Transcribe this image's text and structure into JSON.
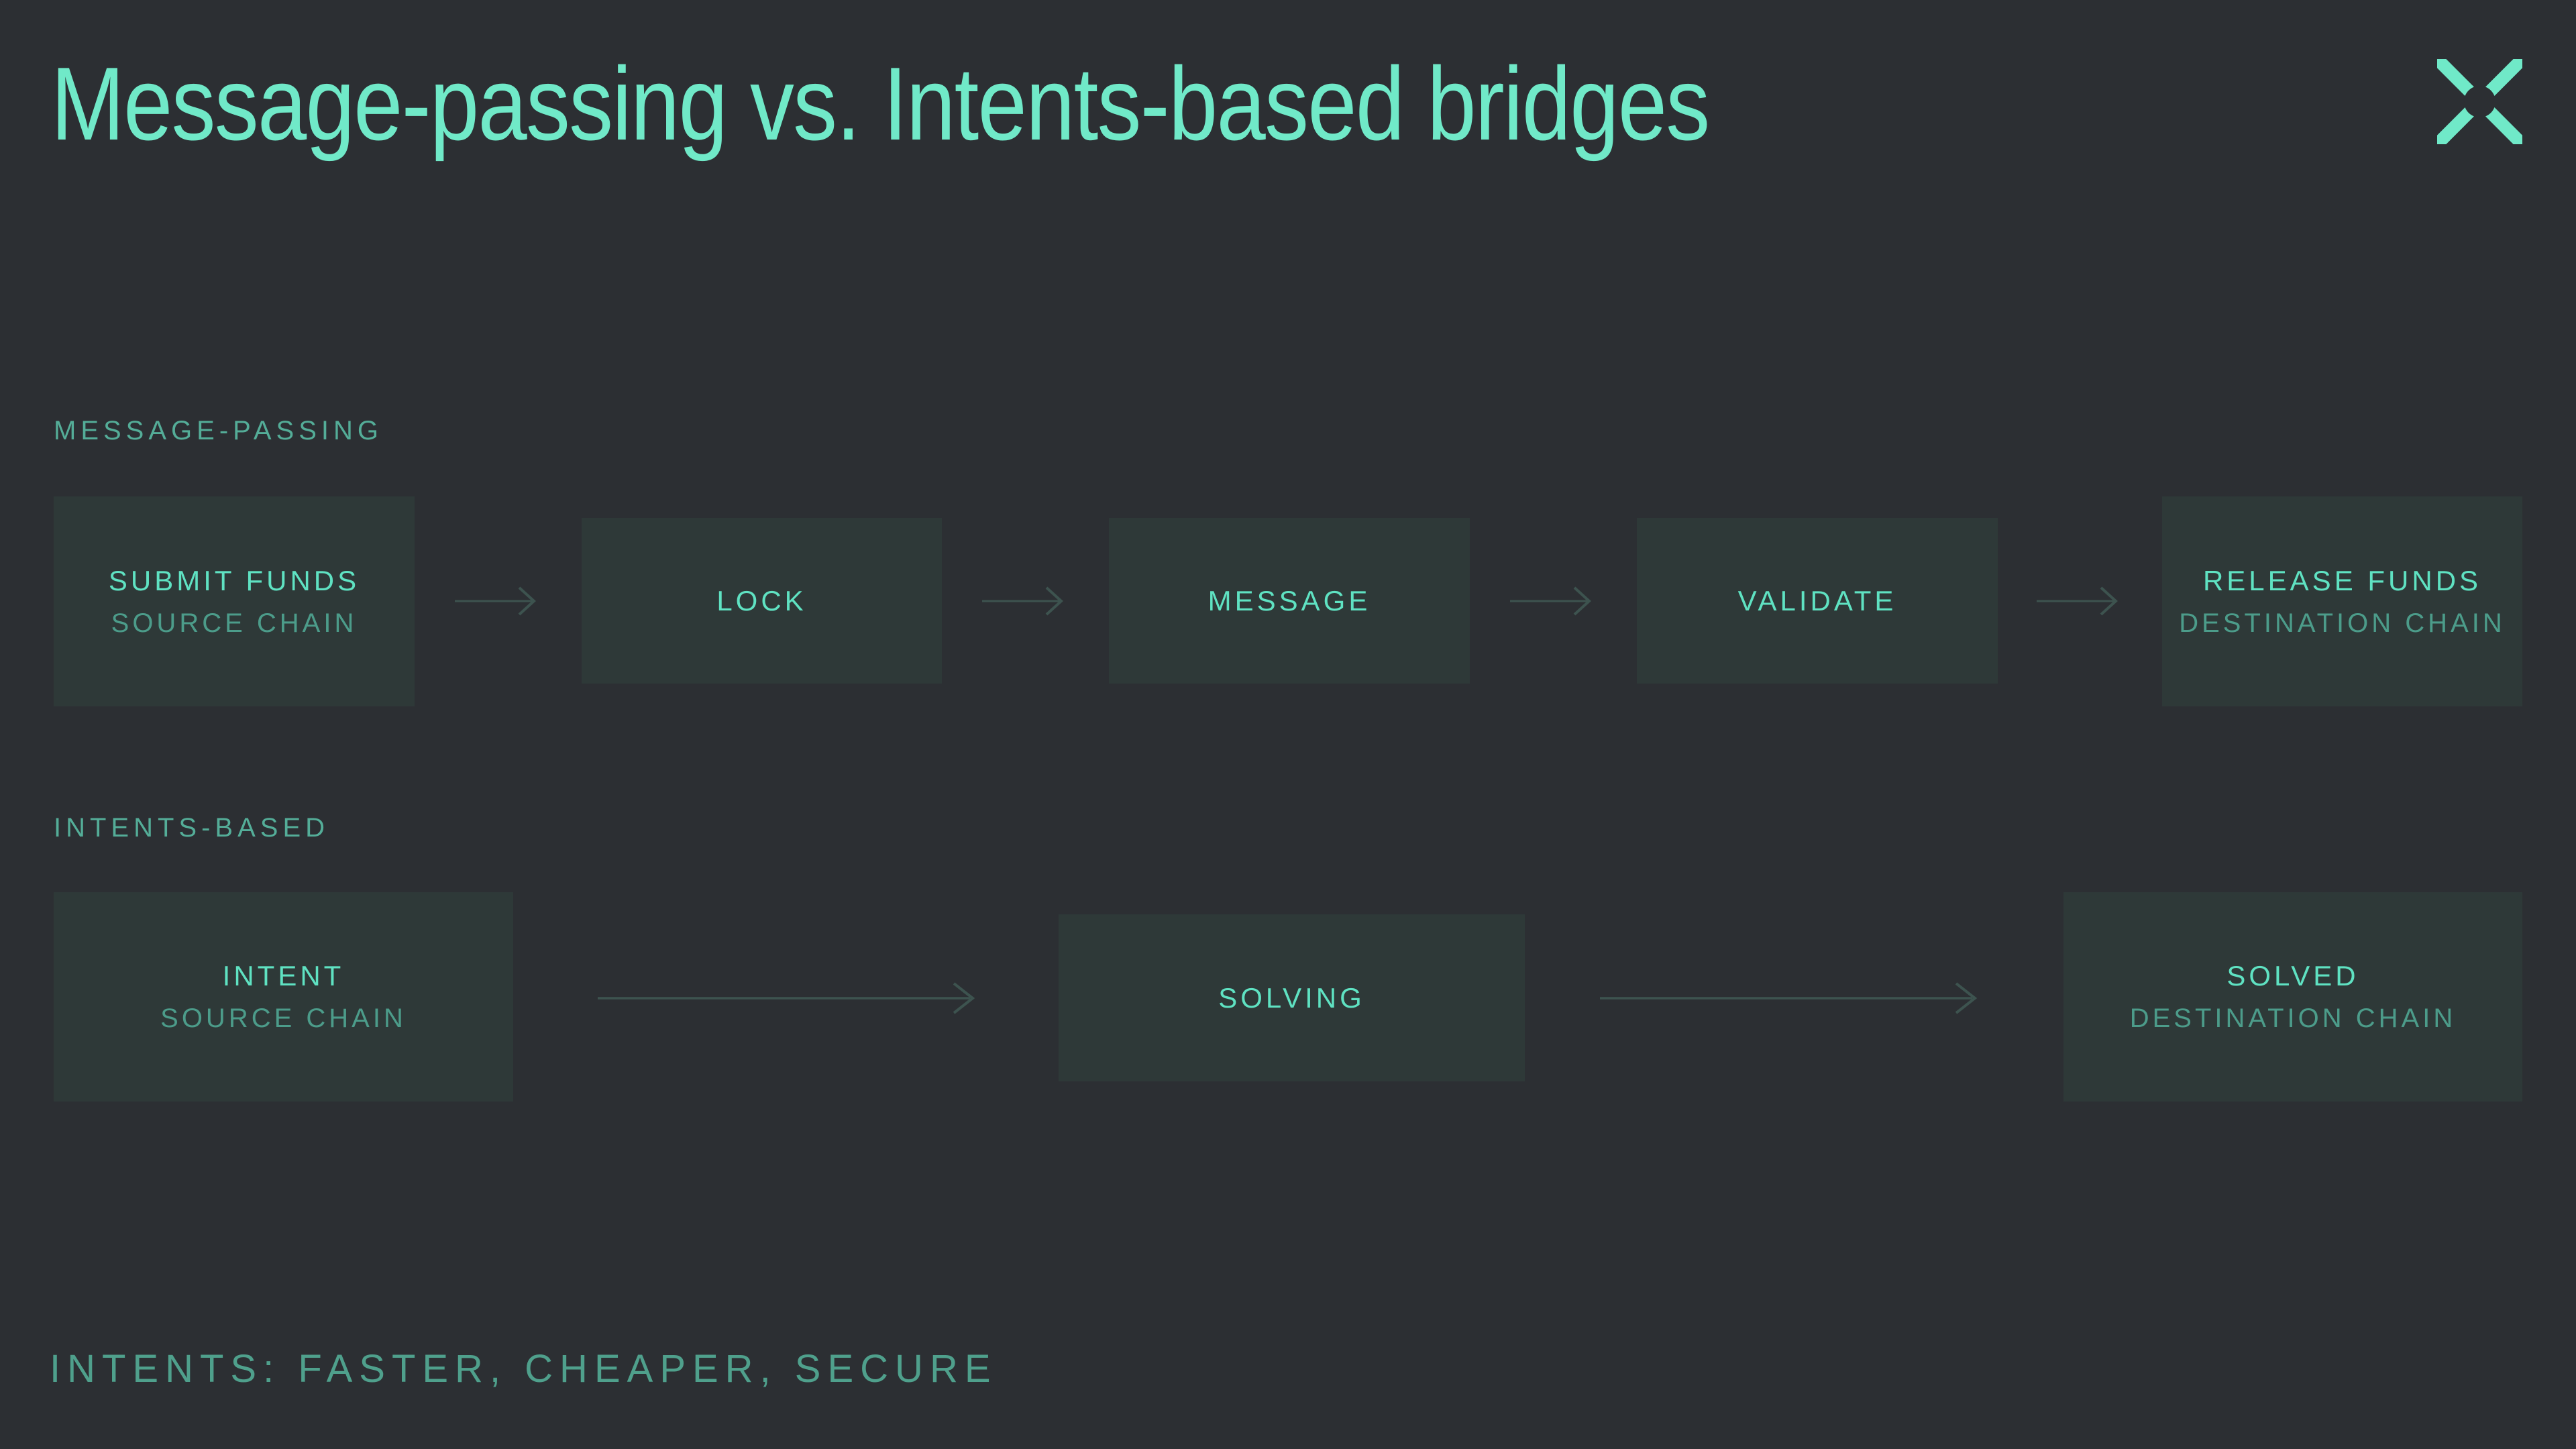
{
  "header": {
    "title": "Message-passing vs. Intents-based bridges",
    "logo_icon": "x-cross-logo-icon"
  },
  "flows": [
    {
      "label": "MESSAGE-PASSING",
      "steps": [
        {
          "title": "SUBMIT FUNDS",
          "subtitle": "SOURCE CHAIN"
        },
        {
          "title": "LOCK"
        },
        {
          "title": "MESSAGE"
        },
        {
          "title": "VALIDATE"
        },
        {
          "title": "RELEASE FUNDS",
          "subtitle": "DESTINATION CHAIN"
        }
      ]
    },
    {
      "label": "INTENTS-BASED",
      "steps": [
        {
          "title": "INTENT",
          "subtitle": "SOURCE CHAIN"
        },
        {
          "title": "SOLVING"
        },
        {
          "title": "SOLVED",
          "subtitle": "DESTINATION CHAIN"
        }
      ]
    }
  ],
  "footer": {
    "statement": "INTENTS: FASTER, CHEAPER, SECURE"
  },
  "colors": {
    "background": "#2c2f33",
    "box_fill": "#2e3938",
    "accent_mint": "#70e9c8",
    "step_text_bright": "#5fe2c2",
    "step_text_dim": "#4c9c8a",
    "section_label": "#54ad98",
    "footer_text": "#4fa08c",
    "arrow": "#3d534f"
  }
}
